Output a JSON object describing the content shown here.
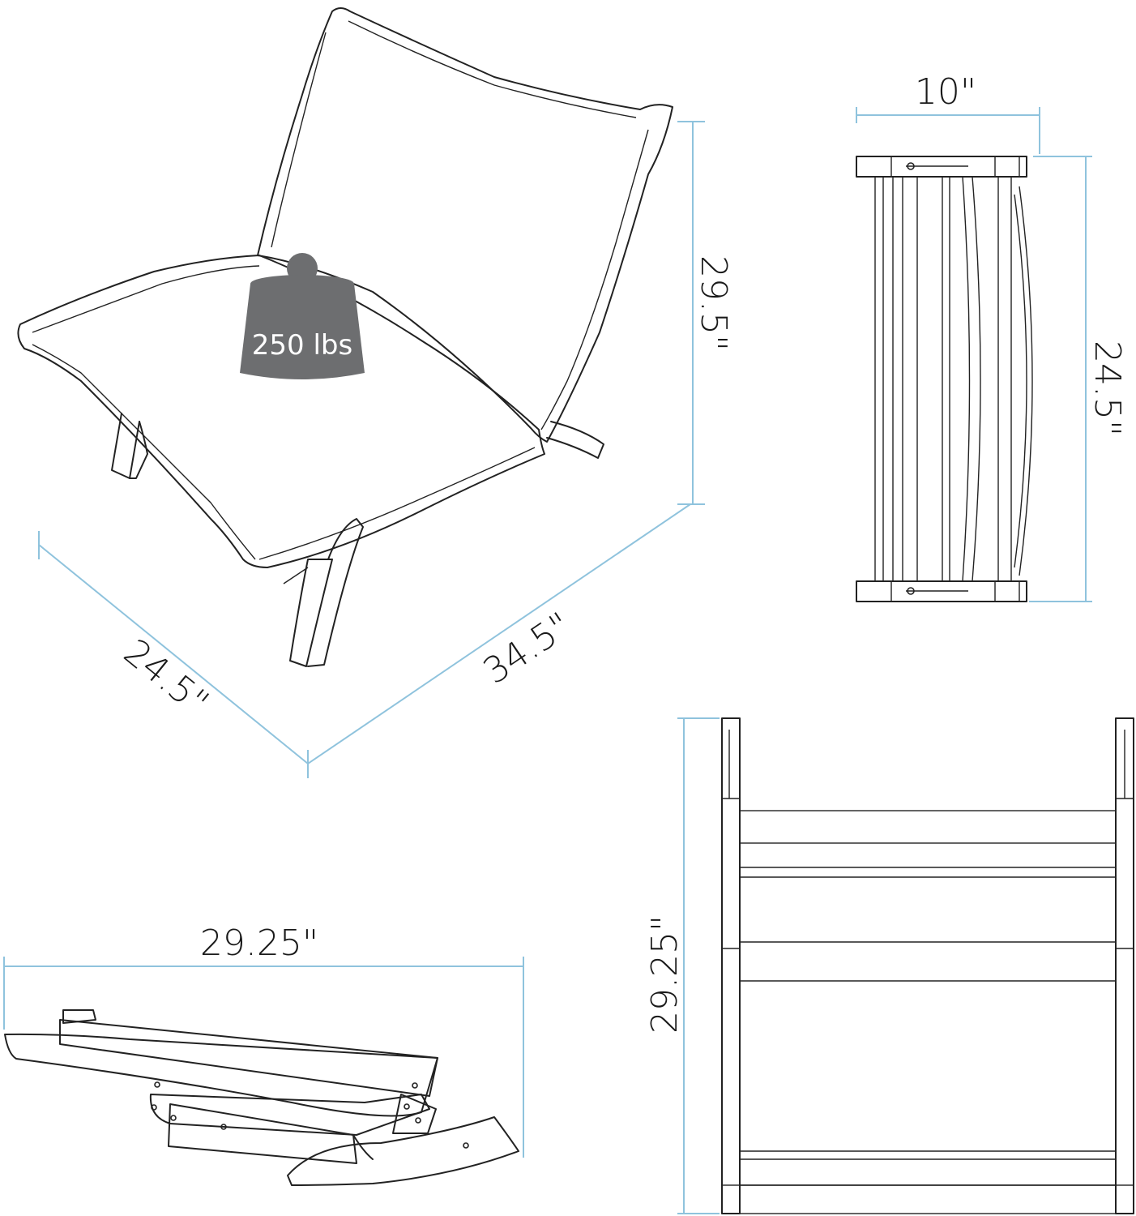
{
  "views": {
    "perspective": {
      "weight_label": "250 lbs",
      "height_label": "29.5\"",
      "depth_label": "24.5\"",
      "length_label": "34.5\""
    },
    "top": {
      "width_label": "10\"",
      "length_label": "24.5\""
    },
    "side": {
      "width_label": "29.25\""
    },
    "front": {
      "height_label": "29.25\""
    }
  },
  "colors": {
    "dimension_line": "#8fc3dd",
    "outline": "#222222",
    "weight_fill": "#6d6e70"
  }
}
